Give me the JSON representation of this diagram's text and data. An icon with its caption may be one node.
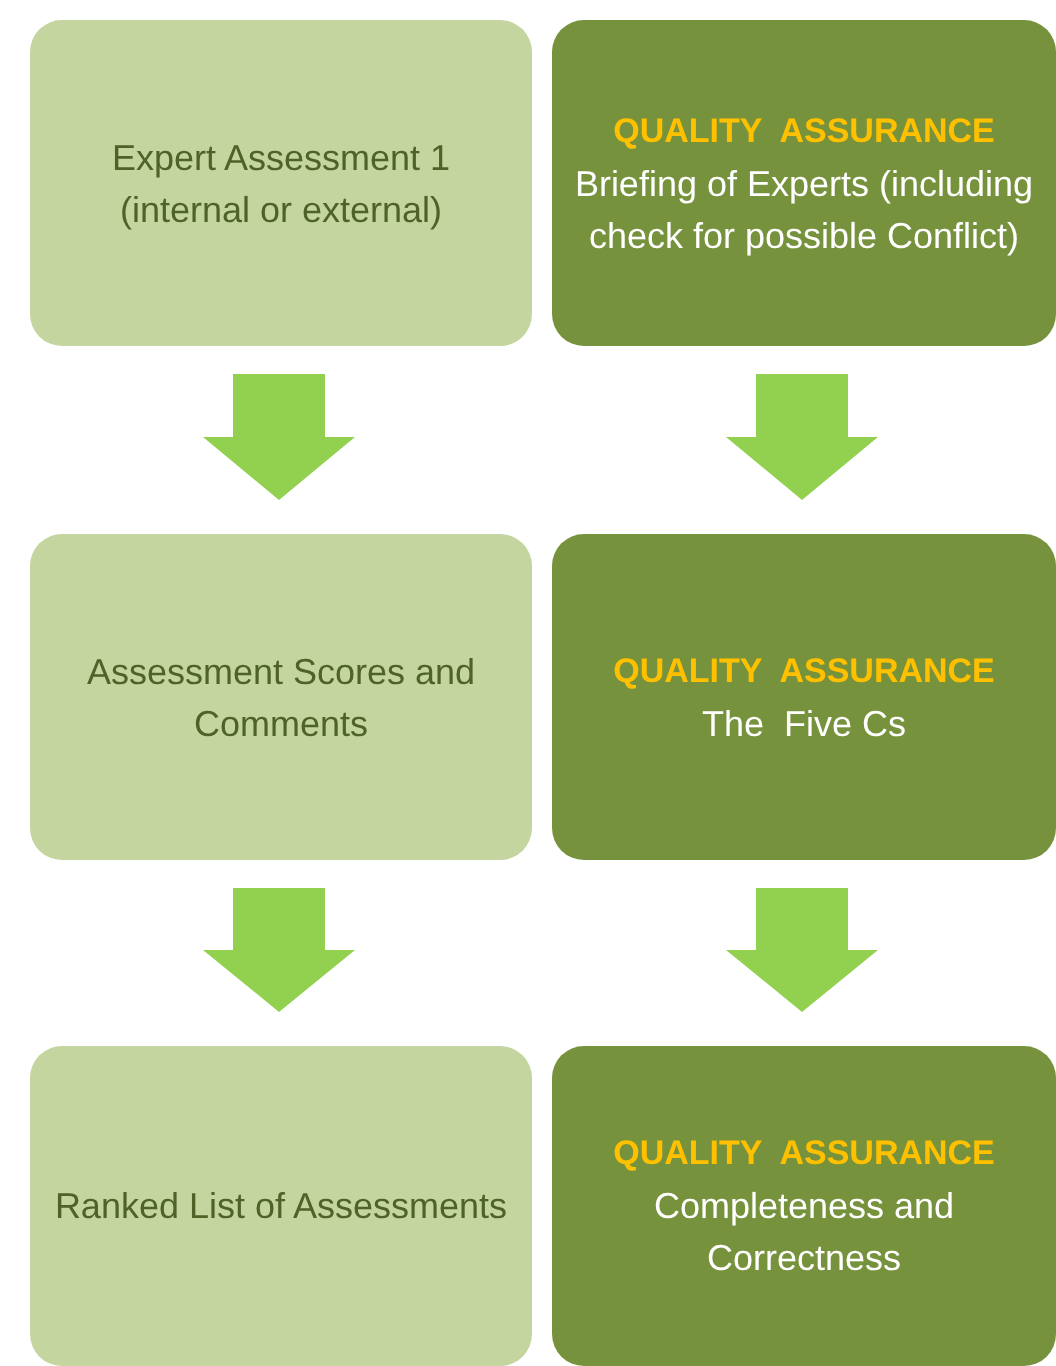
{
  "diagram": {
    "nodes": [
      {
        "text": [
          "Expert Assessment 1 (internal or external)"
        ]
      },
      {
        "text": [
          "QUALITY  ASSURANCE",
          "Briefing of Experts (including check for possible Conflict)"
        ]
      },
      {
        "text": [
          "Assessment Scores and Comments"
        ]
      },
      {
        "text": [
          "QUALITY  ASSURANCE",
          "The  Five Cs"
        ]
      },
      {
        "text": [
          "Ranked List of Assessments"
        ]
      },
      {
        "text": [
          "QUALITY  ASSURANCE",
          "Completeness and Correctness"
        ]
      }
    ],
    "edges": [
      {
        "from": 0,
        "to": 2,
        "arrow": "to"
      },
      {
        "from": 1,
        "to": 3,
        "arrow": "to"
      },
      {
        "from": 2,
        "to": 4,
        "arrow": "to"
      },
      {
        "from": 3,
        "to": 5,
        "arrow": "to"
      }
    ]
  }
}
